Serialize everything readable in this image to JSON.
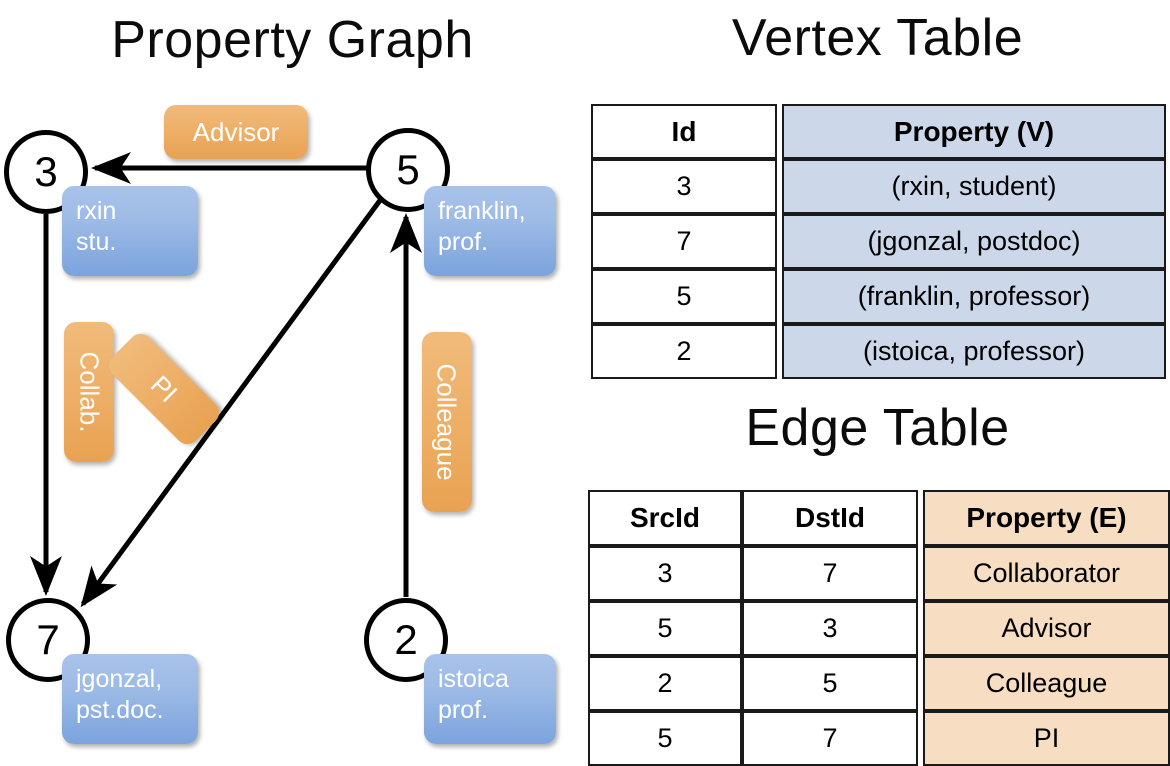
{
  "titles": {
    "property_graph": "Property Graph",
    "vertex_table": "Vertex Table",
    "edge_table": "Edge Table"
  },
  "graph": {
    "nodes": [
      {
        "id": "3",
        "property_line1": "rxin",
        "property_line2": "stu."
      },
      {
        "id": "5",
        "property_line1": "franklin,",
        "property_line2": "prof."
      },
      {
        "id": "7",
        "property_line1": "jgonzal,",
        "property_line2": "pst.doc."
      },
      {
        "id": "2",
        "property_line1": "istoica",
        "property_line2": "prof."
      }
    ],
    "edge_labels": {
      "advisor": "Advisor",
      "collab": "Collab.",
      "pi": "PI",
      "colleague": "Colleague"
    },
    "edges": [
      {
        "from": "5",
        "to": "3",
        "label": "Advisor"
      },
      {
        "from": "3",
        "to": "7",
        "label": "Collab."
      },
      {
        "from": "5",
        "to": "7",
        "label": "PI"
      },
      {
        "from": "2",
        "to": "5",
        "label": "Colleague"
      }
    ]
  },
  "vertex_table": {
    "headers": [
      "Id",
      "Property (V)"
    ],
    "rows": [
      [
        "3",
        "(rxin, student)"
      ],
      [
        "7",
        "(jgonzal, postdoc)"
      ],
      [
        "5",
        "(franklin, professor)"
      ],
      [
        "2",
        "(istoica, professor)"
      ]
    ]
  },
  "edge_table": {
    "headers": [
      "SrcId",
      "DstId",
      "Property (E)"
    ],
    "rows": [
      [
        "3",
        "7",
        "Collaborator"
      ],
      [
        "5",
        "3",
        "Advisor"
      ],
      [
        "2",
        "5",
        "Colleague"
      ],
      [
        "5",
        "7",
        "PI"
      ]
    ]
  },
  "colors": {
    "vertex_property_fill": "#ccd8ea",
    "edge_property_fill": "#f7ddc1",
    "node_box_blue": "#9dbbe6",
    "edge_label_orange": "#eeb069",
    "stroke": "#000000",
    "background": "#ffffff"
  }
}
